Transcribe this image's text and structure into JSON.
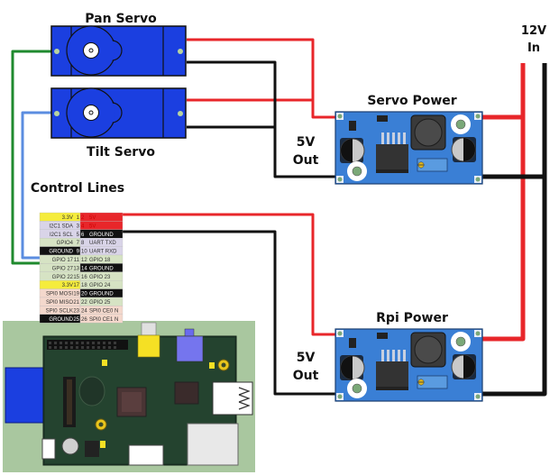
{
  "labels": {
    "pan_servo": "Pan Servo",
    "tilt_servo": "Tilt Servo",
    "control_lines": "Control Lines",
    "servo_power": "Servo Power",
    "rpi_power": "Rpi Power",
    "servo_5v_out_line1": "5V",
    "servo_5v_out_line2": "Out",
    "rpi_5v_out_line1": "5V",
    "rpi_5v_out_line2": "Out",
    "input_12v_line1": "12V",
    "input_12v_line2": "In"
  },
  "colors": {
    "power_positive": "#e8262a",
    "ground": "#111111",
    "pan_control": "#1f8a2e",
    "tilt_control": "#5b8de0",
    "servo_body": "#1b3fe0",
    "regulator_board": "#3a7fd5",
    "rpi_background": "#a9c79f"
  },
  "gpio_header": {
    "rows": [
      {
        "left": "3.3V",
        "lpin": "1",
        "rpin": "2",
        "right": "5V",
        "lc": "#f5ec3c",
        "rc": "#e8262a",
        "ltc": "#333",
        "rtc": "#c00"
      },
      {
        "left": "I2C1 SDA",
        "lpin": "3",
        "rpin": "4",
        "right": "5V",
        "lc": "#d9d4e8",
        "rc": "#e8262a",
        "ltc": "#333",
        "rtc": "#c00"
      },
      {
        "left": "I2C1 SCL",
        "lpin": "5",
        "rpin": "6",
        "right": "GROUND",
        "lc": "#d9d4e8",
        "rc": "#111111",
        "ltc": "#333",
        "rtc": "#fff"
      },
      {
        "left": "GPIO4",
        "lpin": "7",
        "rpin": "8",
        "right": "UART TXD",
        "lc": "#d6e3c4",
        "rc": "#d9d4e8",
        "ltc": "#333",
        "rtc": "#333"
      },
      {
        "left": "GROUND",
        "lpin": "9",
        "rpin": "10",
        "right": "UART RXD",
        "lc": "#111111",
        "rc": "#d9d4e8",
        "ltc": "#fff",
        "rtc": "#333"
      },
      {
        "left": "GPIO 17",
        "lpin": "11",
        "rpin": "12",
        "right": "GPIO 18",
        "lc": "#d6e3c4",
        "rc": "#d6e3c4",
        "ltc": "#333",
        "rtc": "#333"
      },
      {
        "left": "GPIO 27",
        "lpin": "13",
        "rpin": "14",
        "right": "GROUND",
        "lc": "#d6e3c4",
        "rc": "#111111",
        "ltc": "#333",
        "rtc": "#fff"
      },
      {
        "left": "GPIO 22",
        "lpin": "15",
        "rpin": "16",
        "right": "GPIO 23",
        "lc": "#d6e3c4",
        "rc": "#d6e3c4",
        "ltc": "#333",
        "rtc": "#333"
      },
      {
        "left": "3.3V",
        "lpin": "17",
        "rpin": "18",
        "right": "GPIO 24",
        "lc": "#f5ec3c",
        "rc": "#d6e3c4",
        "ltc": "#333",
        "rtc": "#333"
      },
      {
        "left": "SPI0 MOSI",
        "lpin": "19",
        "rpin": "20",
        "right": "GROUND",
        "lc": "#f4d8cc",
        "rc": "#111111",
        "ltc": "#333",
        "rtc": "#fff"
      },
      {
        "left": "SPI0 MISO",
        "lpin": "21",
        "rpin": "22",
        "right": "GPIO 25",
        "lc": "#f4d8cc",
        "rc": "#d6e3c4",
        "ltc": "#333",
        "rtc": "#333"
      },
      {
        "left": "SPI0 SCLK",
        "lpin": "23",
        "rpin": "24",
        "right": "SPI0 CE0 N",
        "lc": "#f4d8cc",
        "rc": "#f4d8cc",
        "ltc": "#333",
        "rtc": "#333"
      },
      {
        "left": "GROUND",
        "lpin": "25",
        "rpin": "26",
        "right": "SPI0 CE1 N",
        "lc": "#111111",
        "rc": "#f4d8cc",
        "ltc": "#fff",
        "rtc": "#333"
      }
    ]
  }
}
